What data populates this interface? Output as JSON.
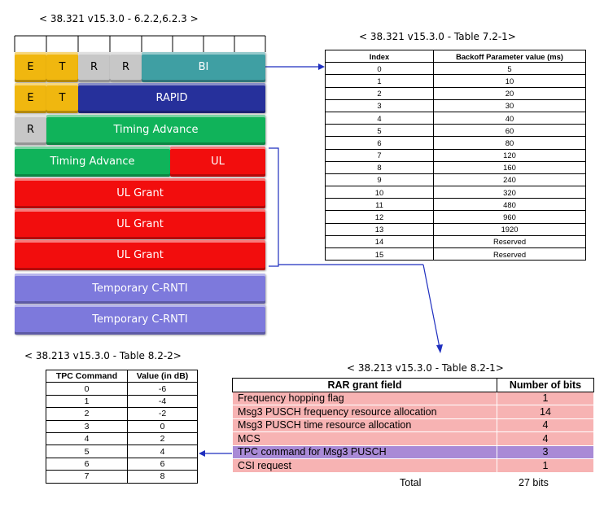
{
  "captions": {
    "rar_format": "< 38.321 v15.3.0 - 6.2.2,6.2.3 >",
    "backoff_table": "< 38.321 v15.3.0 - Table 7.2-1>",
    "tpc_table": "< 38.213 v15.3.0 - Table 8.2-2>",
    "rar_grant_table": "< 38.213 v15.3.0 - Table 8.2-1>"
  },
  "rar_pdu": {
    "row1": [
      "E",
      "T",
      "R",
      "R",
      "BI"
    ],
    "row2": [
      "E",
      "T",
      "RAPID"
    ],
    "row3": [
      "R",
      "Timing Advance"
    ],
    "row4": [
      "Timing Advance",
      "UL"
    ],
    "row5": "UL Grant",
    "row6": "UL Grant",
    "row7": "UL Grant",
    "row8": "Temporary C-RNTI",
    "row9": "Temporary C-RNTI"
  },
  "backoff_table": {
    "headers": [
      "Index",
      "Backoff Parameter value (ms)"
    ],
    "rows": [
      [
        "0",
        "5"
      ],
      [
        "1",
        "10"
      ],
      [
        "2",
        "20"
      ],
      [
        "3",
        "30"
      ],
      [
        "4",
        "40"
      ],
      [
        "5",
        "60"
      ],
      [
        "6",
        "80"
      ],
      [
        "7",
        "120"
      ],
      [
        "8",
        "160"
      ],
      [
        "9",
        "240"
      ],
      [
        "10",
        "320"
      ],
      [
        "11",
        "480"
      ],
      [
        "12",
        "960"
      ],
      [
        "13",
        "1920"
      ],
      [
        "14",
        "Reserved"
      ],
      [
        "15",
        "Reserved"
      ]
    ]
  },
  "tpc_table": {
    "headers": [
      "TPC Command",
      "Value (in dB)"
    ],
    "rows": [
      [
        "0",
        "-6"
      ],
      [
        "1",
        "-4"
      ],
      [
        "2",
        "-2"
      ],
      [
        "3",
        "0"
      ],
      [
        "4",
        "2"
      ],
      [
        "5",
        "4"
      ],
      [
        "6",
        "6"
      ],
      [
        "7",
        "8"
      ]
    ]
  },
  "rar_grant_table": {
    "headers": [
      "RAR grant field",
      "Number of bits"
    ],
    "rows": [
      [
        "Frequency hopping flag",
        "1"
      ],
      [
        "Msg3 PUSCH frequency resource allocation",
        "14"
      ],
      [
        "Msg3 PUSCH time resource allocation",
        "4"
      ],
      [
        "MCS",
        "4"
      ],
      [
        "TPC command for Msg3 PUSCH",
        "3"
      ],
      [
        "CSI request",
        "1"
      ]
    ],
    "highlight_row": 4,
    "total_label": "Total",
    "total_value": "27 bits"
  },
  "colors": {
    "yellow": "#f0b70f",
    "grey": "#c7c7c7",
    "teal": "#3f9fa3",
    "navy": "#26309b",
    "green": "#10b35a",
    "red": "#f20d0d",
    "purple": "#7d79dc",
    "arrow": "#1f2fbf"
  }
}
